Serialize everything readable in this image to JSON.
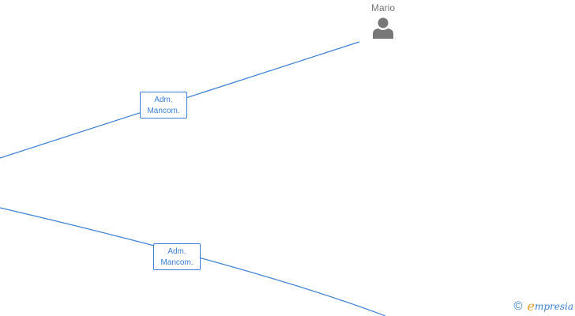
{
  "persons": [
    {
      "name": "Mario",
      "icon": "person-icon"
    }
  ],
  "relations": [
    {
      "line1": "Adm.",
      "line2": "Mancom."
    },
    {
      "line1": "Adm.",
      "line2": "Mancom."
    }
  ],
  "footer": {
    "copyright": "©",
    "brand_initial": "e",
    "brand_rest": "mpresia"
  },
  "colors": {
    "edge": "#3a7fd5",
    "icon": "#777777",
    "brand_accent": "#e8a030"
  }
}
